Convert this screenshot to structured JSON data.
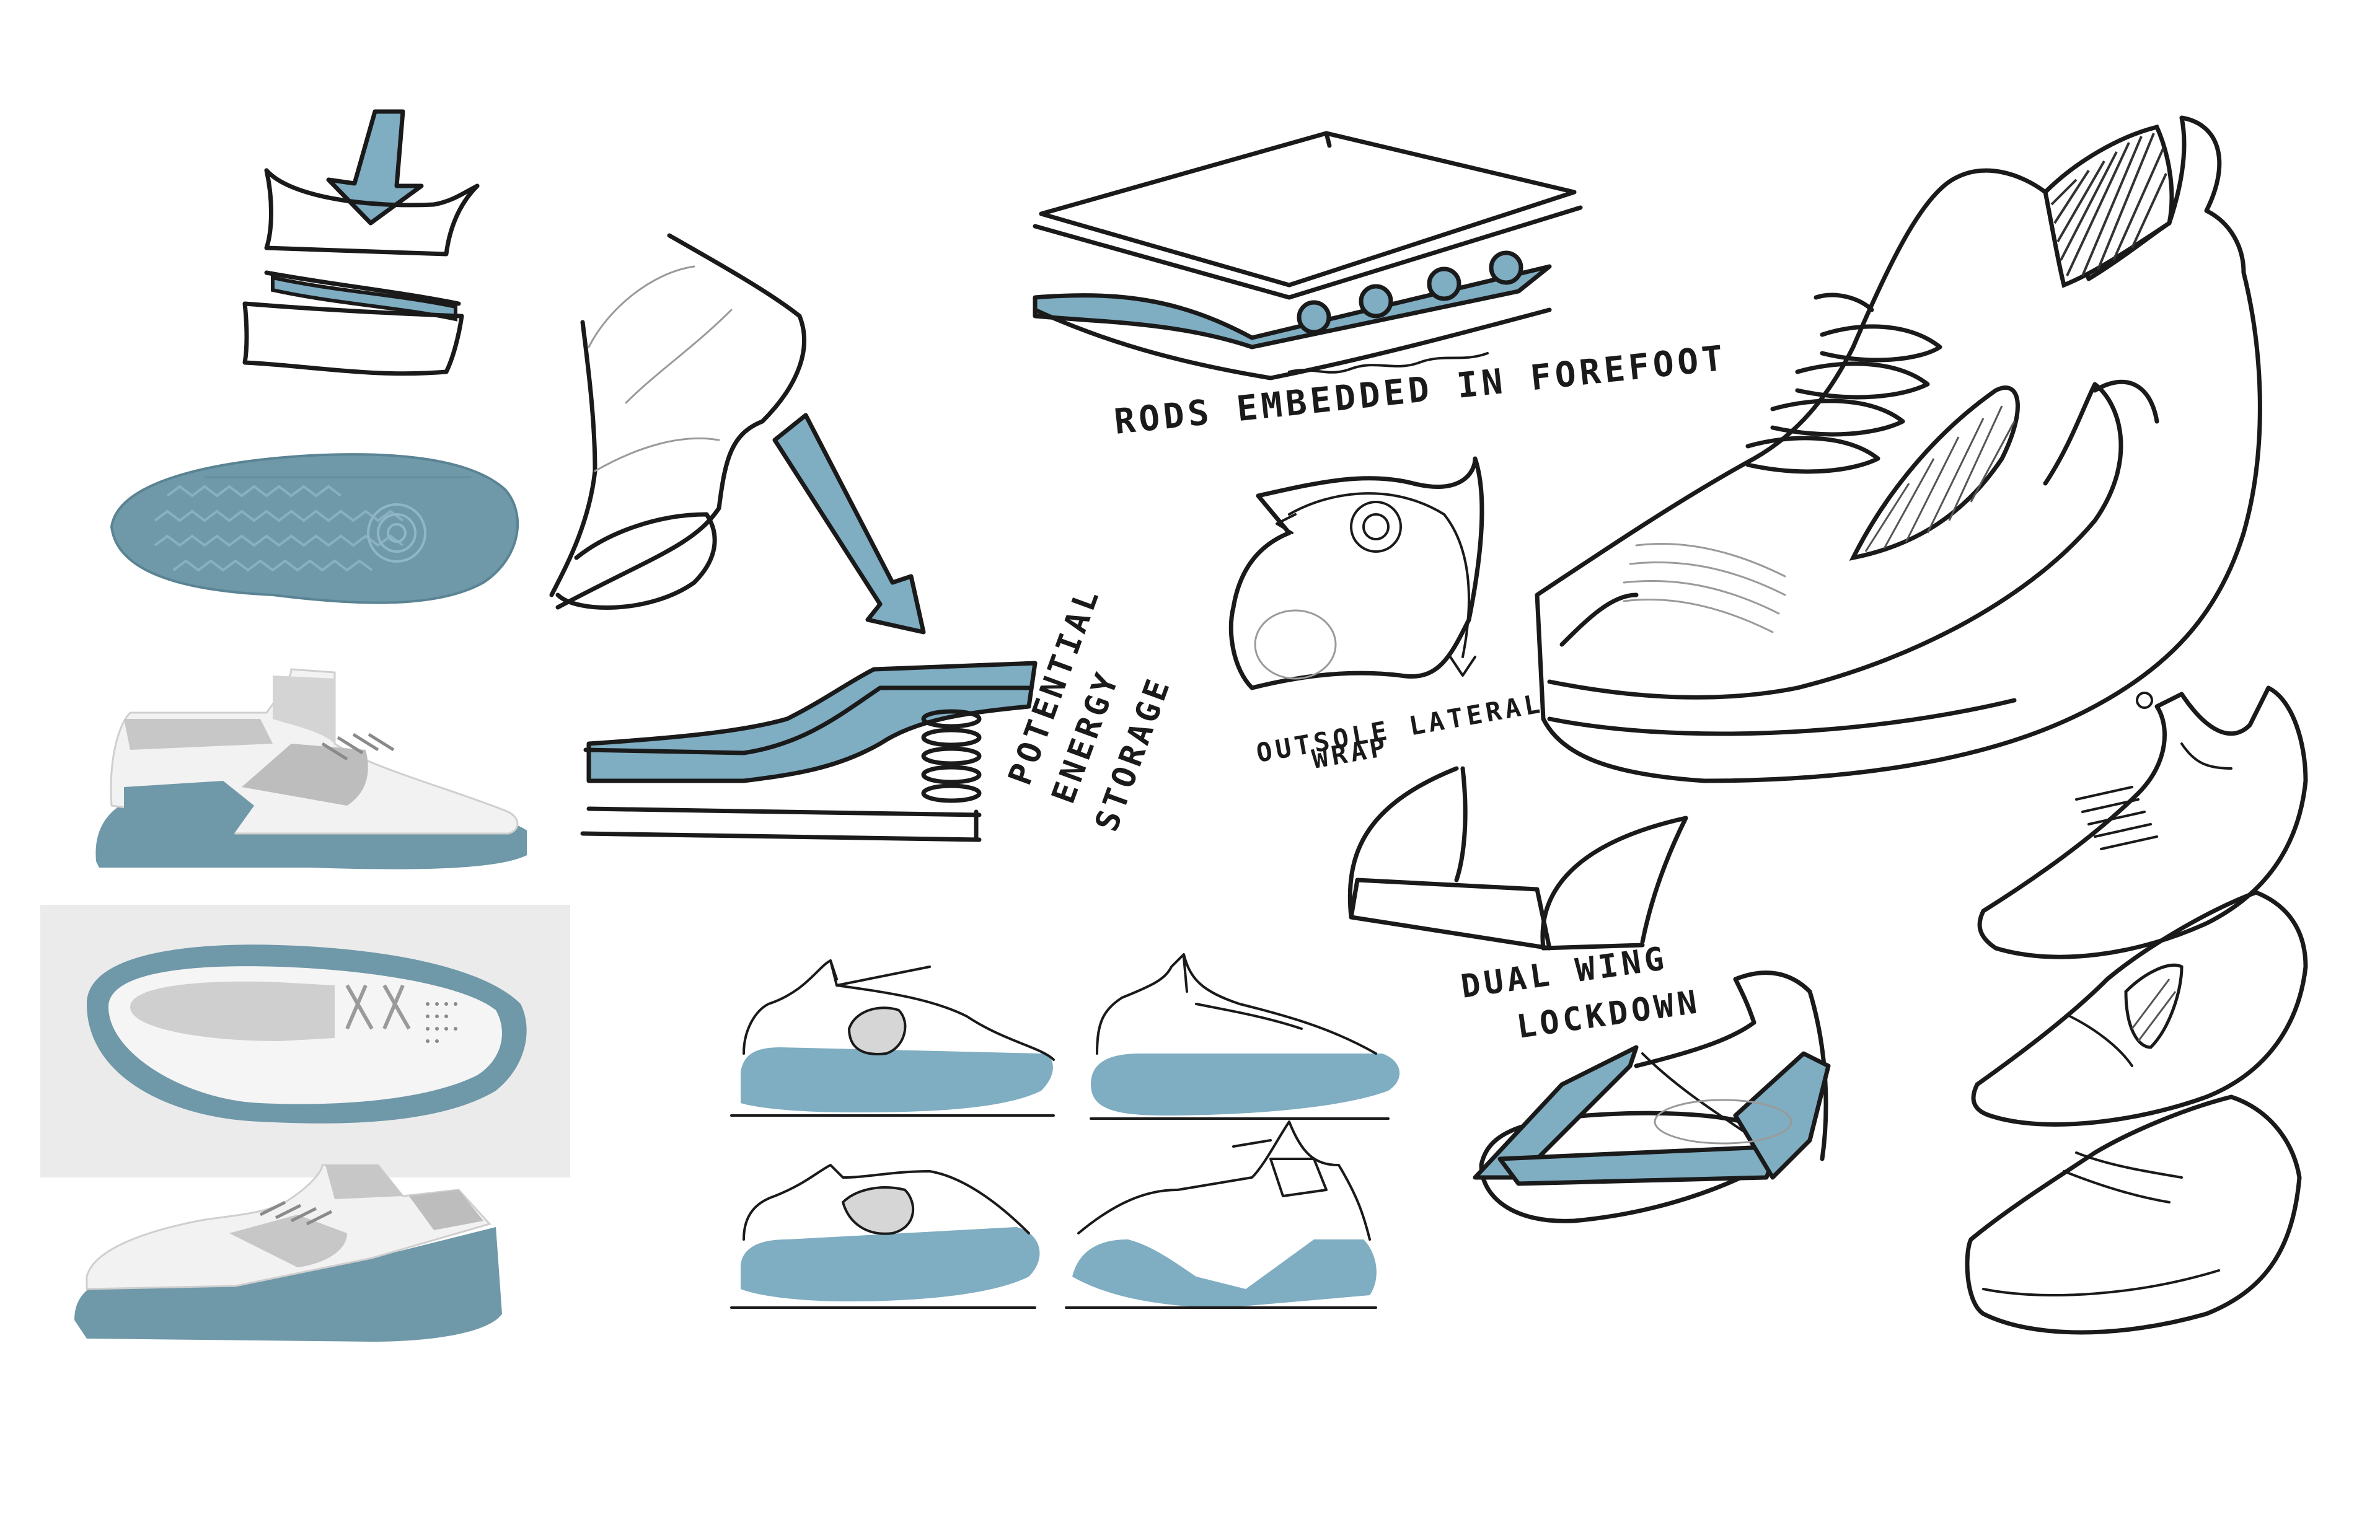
{
  "colors": {
    "accent": "#7fadc2",
    "accent_dark": "#5d8fa3",
    "sole_render": "#6f98a8",
    "ink": "#1a1a1a",
    "render_white": "#f2f2f2",
    "render_grey": "#c7c7c7"
  },
  "annotations": {
    "rods": "RODS EMBEDDED IN FOREFOOT",
    "energy_line1": "POTENTIAL",
    "energy_line2": "ENERGY",
    "energy_line3": "STORAGE",
    "outsole_line1": "OUTSOLE LATERAL",
    "outsole_line2": "WRAP",
    "wing_line1": "DUAL WING",
    "wing_line2": "LOCKDOWN"
  }
}
